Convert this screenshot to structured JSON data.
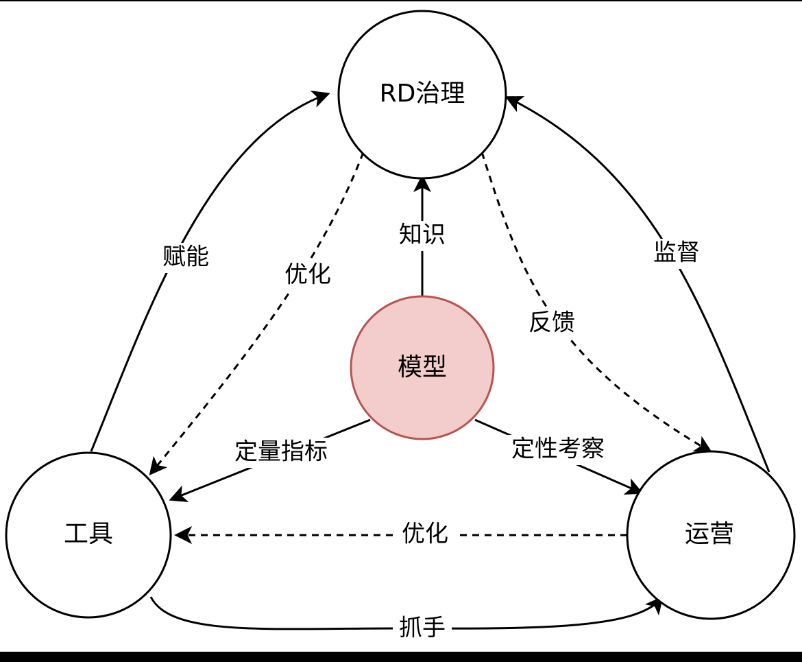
{
  "diagram": {
    "colors": {
      "background": "#ffffff",
      "stroke": "#000000",
      "center_fill": "#f2cdcc",
      "center_stroke": "#b85450",
      "top_bar": "#000000",
      "bottom_bar": "#000000"
    },
    "nodes": {
      "rd": "RD治理",
      "model": "模型",
      "tools": "工具",
      "ops": "运营"
    },
    "edges": {
      "knowledge": "知识",
      "empower": "赋能",
      "optimize_rd_tools": "优化",
      "feedback": "反馈",
      "supervise": "监督",
      "quant_metrics": "定量指标",
      "qual_review": "定性考察",
      "optimize_ops_tools": "优化",
      "grip": "抓手"
    }
  }
}
